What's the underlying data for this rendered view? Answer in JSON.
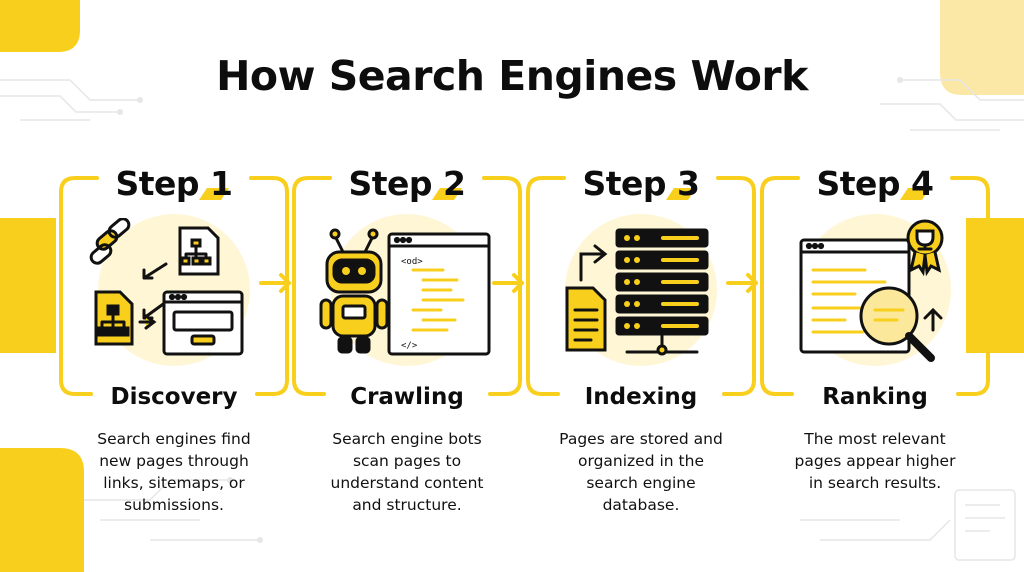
{
  "title": "How Search Engines Work",
  "colors": {
    "accent": "#F9CF1E",
    "accent_light": "#FBE89A",
    "accent_pale": "#FFF6D6",
    "ink": "#111111"
  },
  "steps": [
    {
      "heading": "Step 1",
      "name": "Discovery",
      "lines": [
        "Search engines find",
        "new pages through",
        "links, sitemaps, or",
        "submissions."
      ],
      "icon": "links-sitemap-icon"
    },
    {
      "heading": "Step 2",
      "name": "Crawling",
      "lines": [
        "Search engine bots",
        "scan pages to",
        "understand content",
        "and structure."
      ],
      "icon": "crawler-bot-icon",
      "code_tags": [
        "<od>",
        "</>"
      ]
    },
    {
      "heading": "Step 3",
      "name": "Indexing",
      "lines": [
        "Pages are stored and",
        "organized in the",
        "search engine",
        "database."
      ],
      "icon": "server-database-icon"
    },
    {
      "heading": "Step 4",
      "name": "Ranking",
      "lines": [
        "The most relevant",
        "pages appear higher",
        "in search results."
      ],
      "icon": "ranking-trophy-icon"
    }
  ]
}
